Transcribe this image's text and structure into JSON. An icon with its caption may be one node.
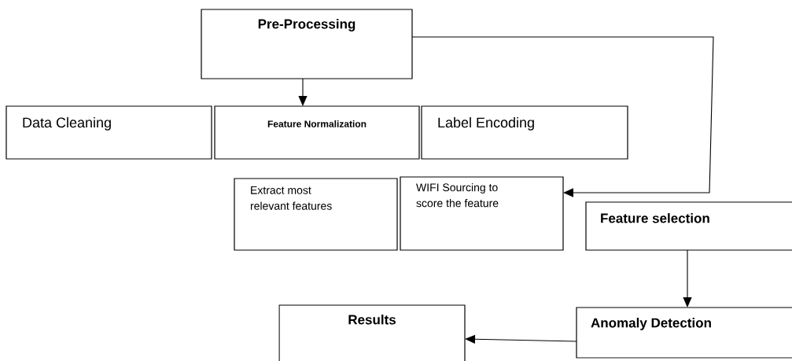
{
  "diagram": {
    "nodes": [
      {
        "text": [
          "Pre-Processing"
        ]
      },
      {
        "text": [
          "Data Cleaning"
        ]
      },
      {
        "text": [
          "Feature Normalization"
        ]
      },
      {
        "text": [
          "Label Encoding"
        ]
      },
      {
        "text": [
          "Extract most relevant features"
        ]
      },
      {
        "text": [
          "WIFI Sourcing to score the feature"
        ]
      },
      {
        "text": [
          "Feature selection"
        ]
      },
      {
        "text": [
          "Results"
        ]
      },
      {
        "text": [
          "Anomaly Detection"
        ]
      }
    ],
    "edges": [
      {
        "from": 0,
        "to": 2,
        "arrow": "to"
      },
      {
        "from": 0,
        "to": 5,
        "arrow": "to"
      },
      {
        "from": 6,
        "to": 8,
        "arrow": "to"
      },
      {
        "from": 8,
        "to": 7,
        "arrow": "to"
      }
    ]
  }
}
